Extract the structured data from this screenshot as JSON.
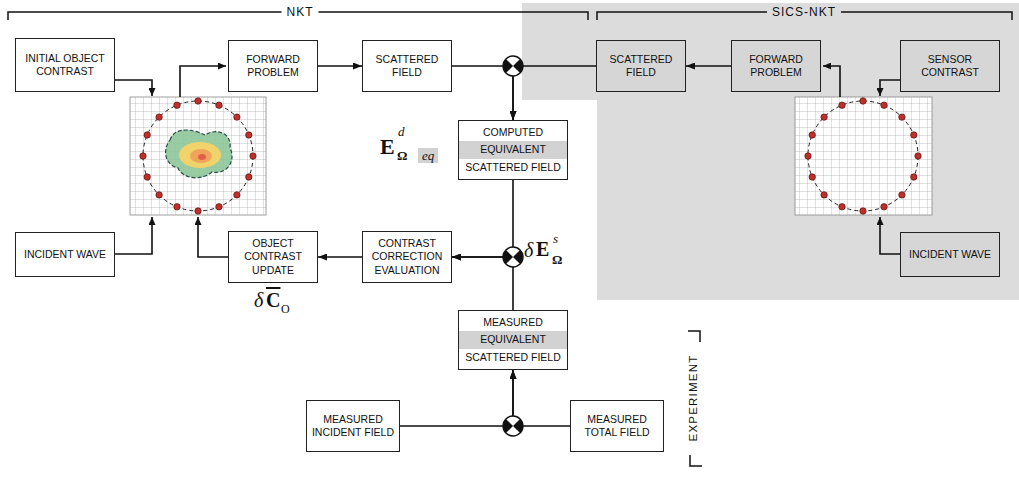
{
  "diagram": {
    "nodes": [
      {
        "text": [
          "INITIAL OBJECT CONTRAST"
        ]
      },
      {
        "text": [
          "FORWARD PROBLEM"
        ]
      },
      {
        "text": [
          "SCATTERED FIELD"
        ]
      },
      {
        "text": [
          "SCATTERED FIELD"
        ]
      },
      {
        "text": [
          "FORWARD PROBLEM"
        ]
      },
      {
        "text": [
          "SENSOR CONTRAST"
        ]
      },
      {
        "text": [
          "COMPUTED",
          "EQUIVALENT",
          "SCATTERED FIELD"
        ]
      },
      {
        "text": [
          "INCIDENT WAVE"
        ]
      },
      {
        "text": [
          "OBJECT CONTRAST UPDATE"
        ]
      },
      {
        "text": [
          "CONTRAST CORRECTION EVALUATION"
        ]
      },
      {
        "text": [
          "INCIDENT WAVE"
        ]
      },
      {
        "text": [
          "MEASURED",
          "EQUIVALENT",
          "SCATTERED FIELD"
        ]
      },
      {
        "text": [
          "MEASURED INCIDENT FIELD"
        ]
      },
      {
        "text": [
          "MEASURED TOTAL FIELD"
        ]
      }
    ],
    "edges": [
      {
        "from": 1,
        "to": 2,
        "arrow": "to"
      },
      {
        "from": 4,
        "to": 3,
        "arrow": "to"
      },
      {
        "from": 2,
        "to": 6,
        "arrow": "to"
      },
      {
        "from": 3,
        "to": 6,
        "arrow": "to"
      },
      {
        "from": 6,
        "to": 9,
        "arrow": "to"
      },
      {
        "from": 11,
        "to": 9,
        "arrow": "to"
      },
      {
        "from": 9,
        "to": 8,
        "arrow": "to"
      },
      {
        "from": 12,
        "to": 11,
        "arrow": "to"
      },
      {
        "from": 13,
        "to": 11,
        "arrow": "to"
      }
    ],
    "labels": [
      "NKT",
      "SICS-NKT",
      "E",
      "d",
      "Ω",
      "eq",
      "δ",
      "E",
      "s",
      "Ω",
      "δ",
      "C",
      "O",
      "EXPERIMENT"
    ]
  }
}
